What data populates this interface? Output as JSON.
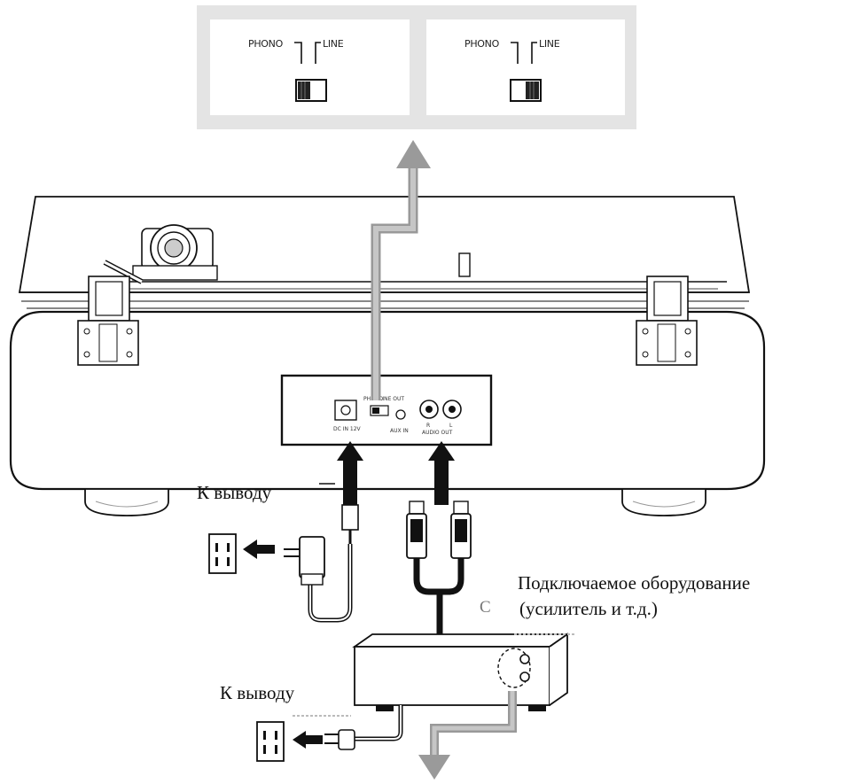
{
  "switch_panels": [
    {
      "phono_label": "PHONO",
      "line_label": "LINE"
    },
    {
      "phono_label": "PHONO",
      "line_label": "LINE"
    }
  ],
  "rear_panel": {
    "dc_in_label": "DC IN 12V",
    "switch_label_phono": "PHONO",
    "switch_label_line": "LINE OUT",
    "audio_out_label": "AUDIO OUT",
    "r_label": "R",
    "l_label": "L",
    "aux_label": "AUX IN"
  },
  "captions": {
    "to_outlet_top": "К выводу",
    "connected_equipment_line1": "Подключаемое оборудование",
    "connected_equipment_line2": "(усилитель и т.д.)",
    "to_outlet_bottom": "К выводу",
    "residual_fragment": "C"
  },
  "colors": {
    "line": "#111111",
    "arrow_gray": "#9a9a9a",
    "panel_gray": "#e6e6e6"
  }
}
